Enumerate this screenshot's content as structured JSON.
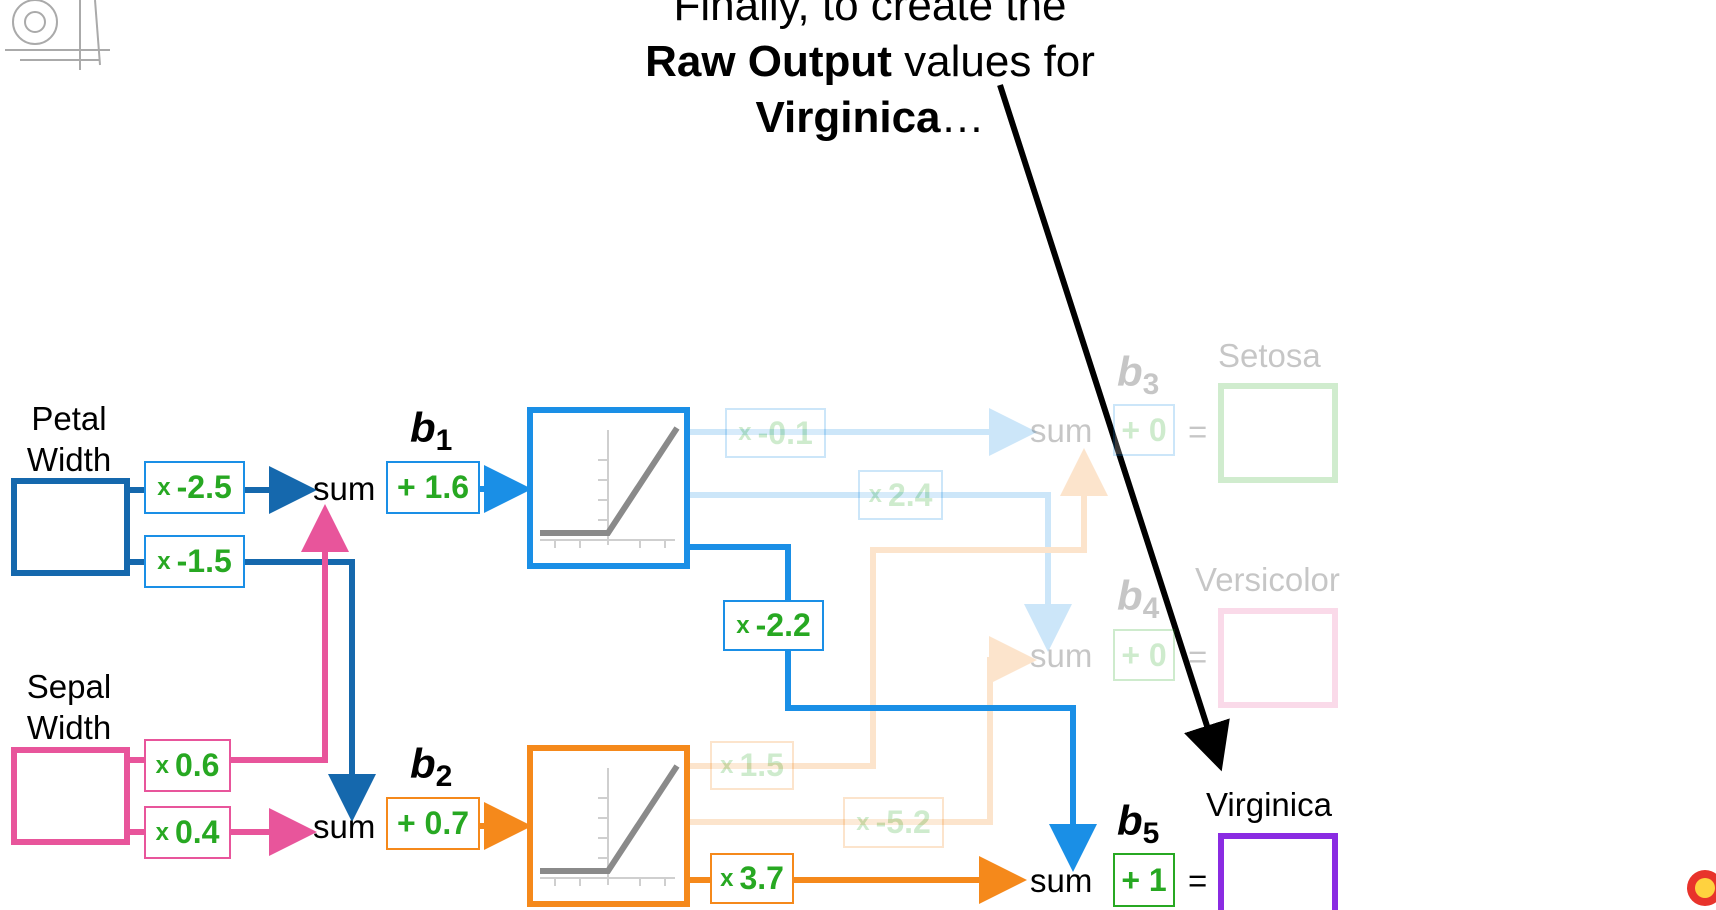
{
  "caption": {
    "line1": "Finally, to create the",
    "line2_bold": "Raw Output",
    "line2_rest": " values for",
    "line3_bold": "Virginica",
    "line3_rest": "…"
  },
  "inputs": {
    "petal_width": [
      "Petal",
      "Width"
    ],
    "sepal_width": [
      "Sepal",
      "Width"
    ]
  },
  "weights": {
    "petal_top": {
      "x": "x",
      "value": "-2.5"
    },
    "petal_bottom": {
      "x": "x",
      "value": "-1.5"
    },
    "sepal_top": {
      "x": "x",
      "value": "0.6"
    },
    "sepal_bottom": {
      "x": "x",
      "value": "0.4"
    },
    "blue_setosa": {
      "x": "x",
      "value": "-0.1"
    },
    "blue_versicolor": {
      "x": "x",
      "value": "2.4"
    },
    "blue_virginica": {
      "x": "x",
      "value": "-2.2"
    },
    "orange_setosa": {
      "x": "x",
      "value": "1.5"
    },
    "orange_versicolor": {
      "x": "x",
      "value": "-5.2"
    },
    "orange_virginica": {
      "x": "x",
      "value": "3.7"
    }
  },
  "sum_label": "sum",
  "equals": "=",
  "biases": {
    "b1": {
      "letter": "b",
      "sub": "1",
      "value": "+ 1.6"
    },
    "b2": {
      "letter": "b",
      "sub": "2",
      "value": "+ 0.7"
    },
    "b3": {
      "letter": "b",
      "sub": "3",
      "value": "+ 0"
    },
    "b4": {
      "letter": "b",
      "sub": "4",
      "value": "+ 0"
    },
    "b5": {
      "letter": "b",
      "sub": "5",
      "value": "+ 1"
    }
  },
  "outputs": {
    "setosa": "Setosa",
    "versicolor": "Versicolor",
    "virginica": "Virginica"
  },
  "colors": {
    "blue": "#1a8fe6",
    "dark_blue": "#1568ad",
    "orange": "#f5891b",
    "pink": "#e8559b",
    "green": "#27a822",
    "purple": "#8a2be2",
    "relu": "#8a8a8a"
  },
  "icons": [
    "logo-sketch-icon",
    "relu-graph-icon",
    "corner-logo-icon"
  ]
}
